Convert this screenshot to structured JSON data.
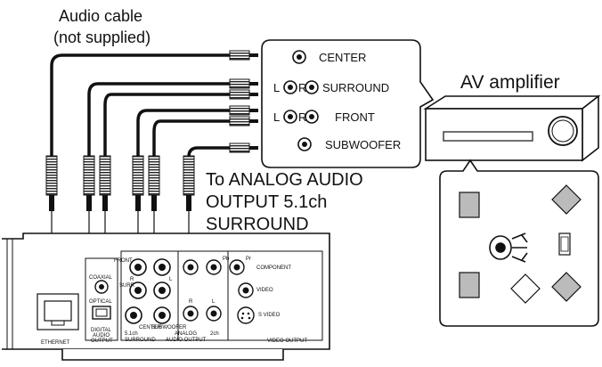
{
  "labels": {
    "cable_line1": "Audio cable",
    "cable_line2": "(not supplied)",
    "av_amplifier": "AV amplifier",
    "to_line1": "To ANALOG AUDIO",
    "to_line2": "OUTPUT 5.1ch",
    "to_line3": "SURROUND"
  },
  "amp_inputs": {
    "center": "CENTER",
    "surround": "SURROUND",
    "front": "FRONT",
    "subwoofer": "SUBWOOFER",
    "left": "L",
    "right": "R"
  },
  "player_panel": {
    "ethernet": "ETHERNET",
    "coaxial": "COAXIAL",
    "optical": "OPTICAL",
    "digital_audio_output_1": "DIGITAL",
    "digital_audio_output_2": "AUDIO",
    "digital_audio_output_3": "OUTPUT",
    "front": "FRONT",
    "surr": "SURR",
    "r": "R",
    "l": "L",
    "center": "CENTER",
    "subwoofer": "SUBWOOFER",
    "surround_51_1": "5.1ch",
    "surround_51_2": "SURROUND",
    "analog_1": "ANALOG",
    "analog_2": "AUDIO OUTPUT",
    "two_ch": "2ch",
    "pb": "Pb",
    "pr": "Pr",
    "component": "COMPONENT",
    "video": "VIDEO",
    "s_video": "S VIDEO",
    "video_output": "VIDEO OUTPUT"
  },
  "colors": {
    "line": "#111111",
    "connector": "#222222",
    "box_fill": "#ffffff",
    "accent_gray": "#bbbbbb"
  }
}
